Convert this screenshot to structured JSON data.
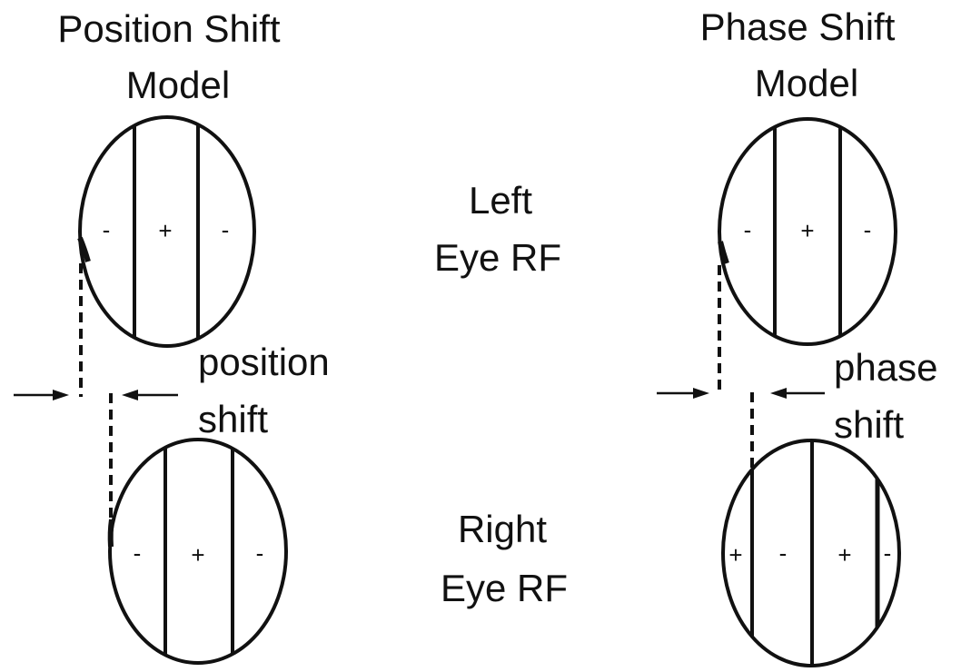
{
  "colors": {
    "ink": "#111111",
    "background": "#ffffff"
  },
  "position_model": {
    "title_line1": "Position Shift",
    "title_line2": "Model",
    "shift_label_line1": "position",
    "shift_label_line2": "shift",
    "left_rf_signs": [
      "-",
      "+",
      "-"
    ],
    "right_rf_signs": [
      "-",
      "+",
      "-"
    ]
  },
  "phase_model": {
    "title_line1": "Phase Shift",
    "title_line2": "Model",
    "shift_label_line1": "phase",
    "shift_label_line2": "shift",
    "left_rf_signs": [
      "-",
      "+",
      "-"
    ],
    "right_rf_signs": [
      "+",
      "-",
      "+",
      "-"
    ]
  },
  "center_labels": {
    "left_eye_line1": "Left",
    "left_eye_line2": "Eye RF",
    "right_eye_line1": "Right",
    "right_eye_line2": "Eye RF"
  }
}
